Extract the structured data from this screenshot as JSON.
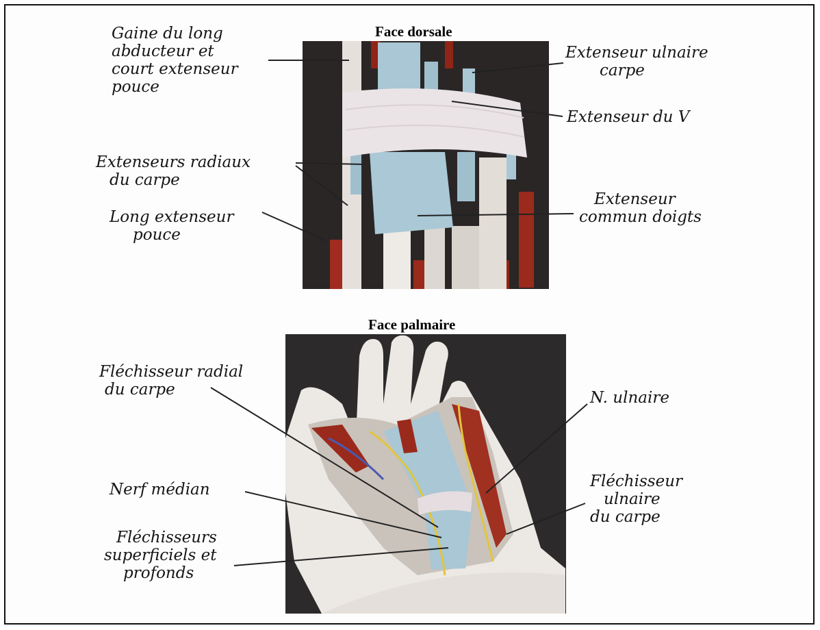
{
  "dorsal": {
    "title": "Face dorsale",
    "labels": [
      {
        "lines": [
          "Gaine du long",
          "abducteur et",
          "court extenseur",
          "pouce"
        ]
      },
      {
        "lines": [
          "Extenseur ulnaire",
          "carpe"
        ]
      },
      {
        "lines": [
          "Extenseur du V"
        ]
      },
      {
        "lines": [
          "Extenseurs radiaux",
          "du carpe"
        ]
      },
      {
        "lines": [
          "Long extenseur",
          "pouce"
        ]
      },
      {
        "lines": [
          "Extenseur",
          "commun doigts"
        ]
      }
    ]
  },
  "palmar": {
    "title": "Face palmaire",
    "labels": [
      {
        "lines": [
          "Fléchisseur radial",
          "du carpe"
        ]
      },
      {
        "lines": [
          "N. ulnaire"
        ]
      },
      {
        "lines": [
          "Nerf médian"
        ]
      },
      {
        "lines": [
          "Fléchisseur",
          "ulnaire",
          "du carpe"
        ]
      },
      {
        "lines": [
          "Fléchisseurs",
          "superficiels et",
          "profonds"
        ]
      }
    ]
  },
  "colors": {
    "background": "#2a2a2a",
    "tendon": "#a9c7d4",
    "muscle": "#9a2a1c",
    "skin": "#ece8e4",
    "retinaculum": "#eae4e6"
  }
}
